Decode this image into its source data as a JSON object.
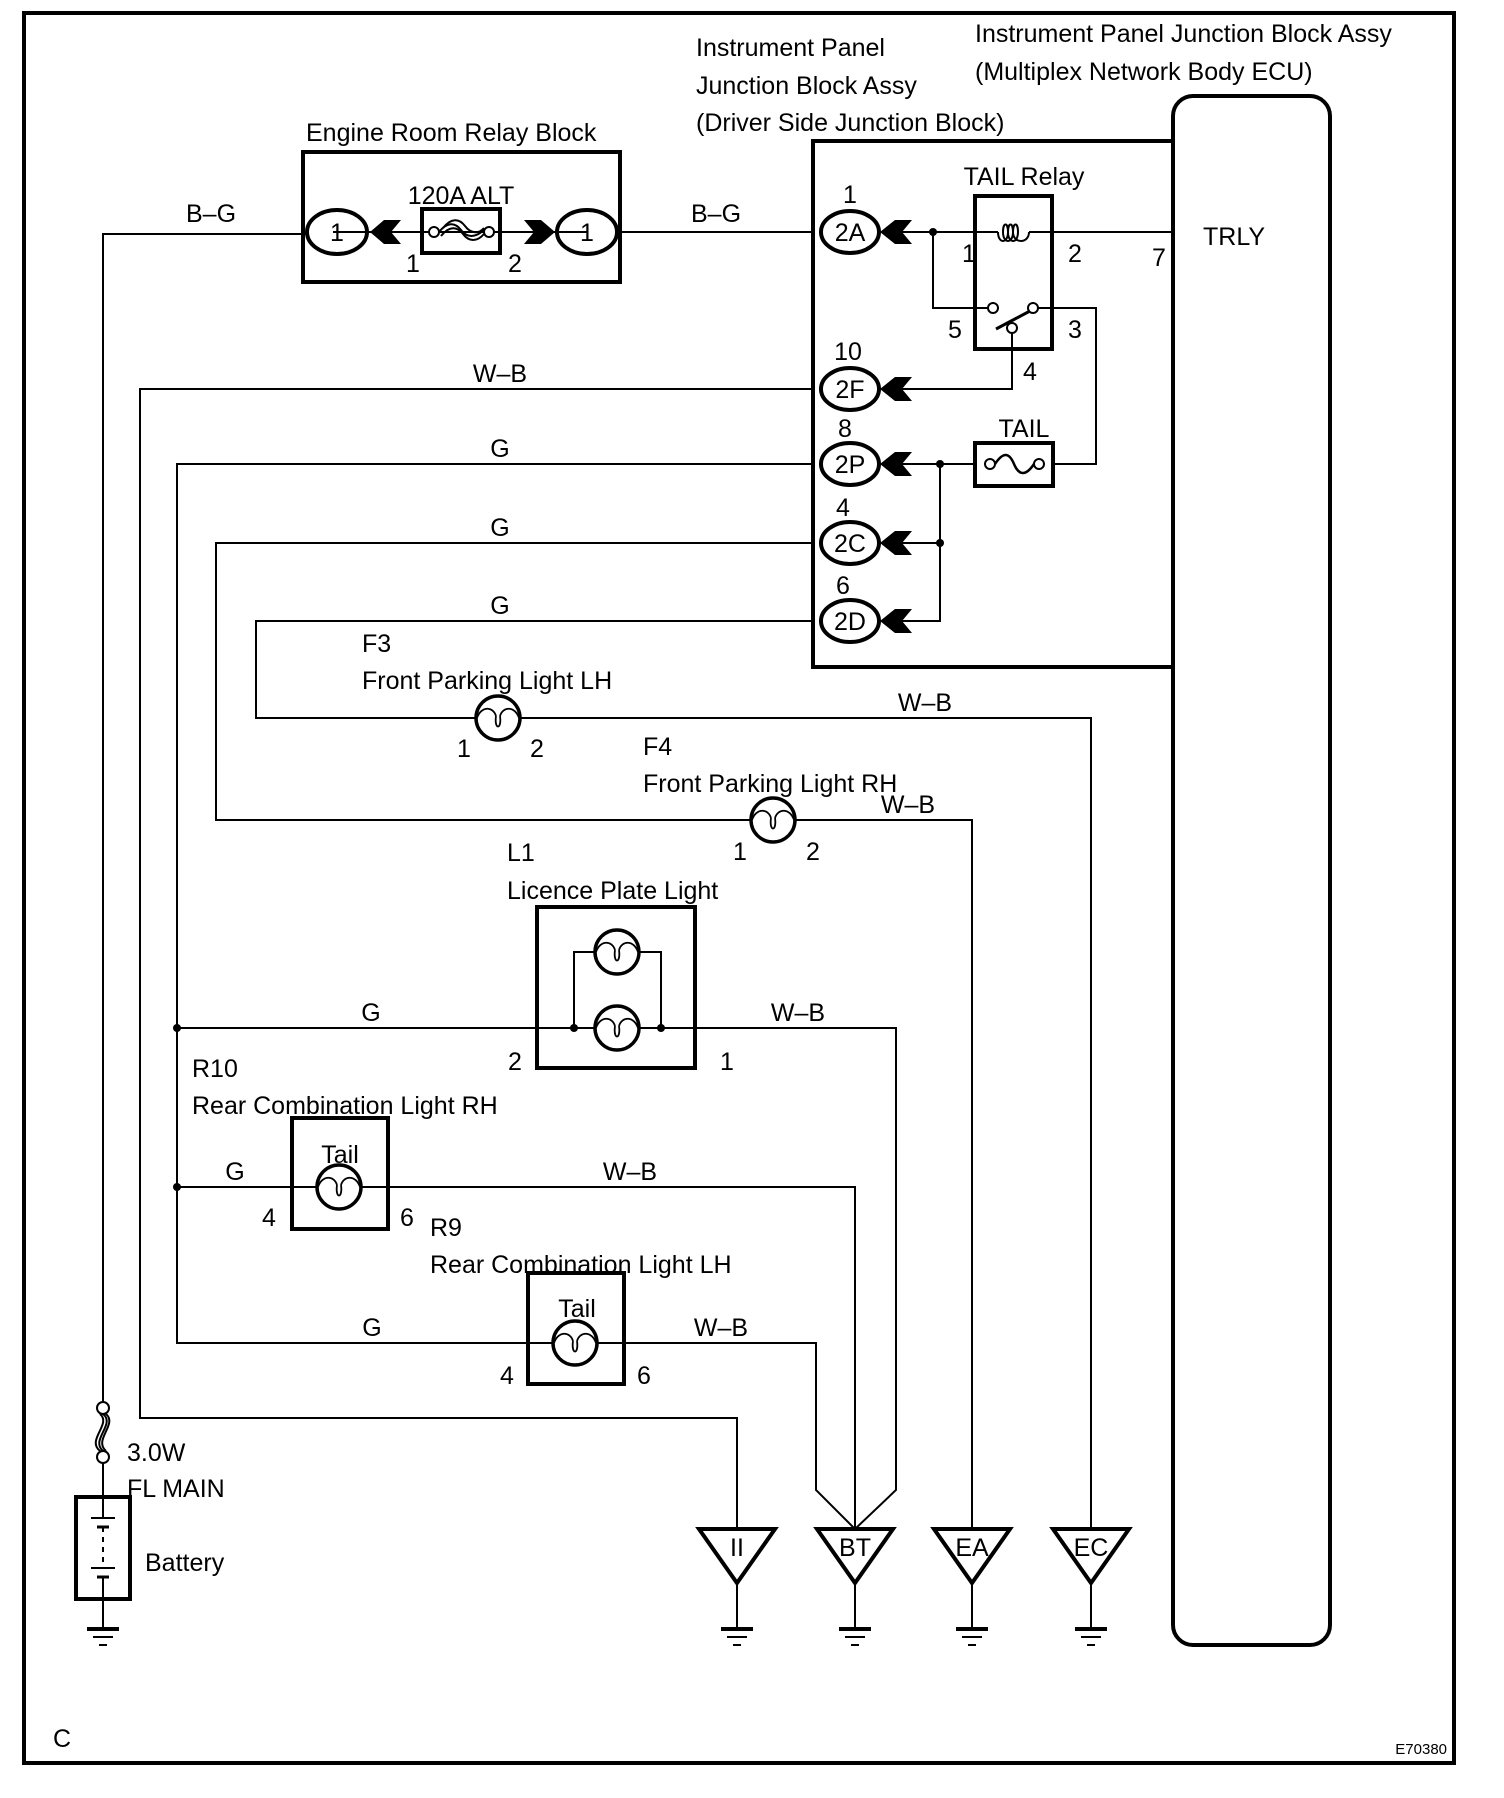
{
  "figure_code": "E70380",
  "corner_label": "C",
  "components": {
    "engine_room_relay_block": {
      "title": "Engine Room Relay Block",
      "fuse": "120A ALT",
      "left_connector": "1",
      "right_connector": "1",
      "pin_left": "1",
      "pin_right": "2"
    },
    "driver_side_jb": {
      "title_lines": [
        "Instrument Panel",
        "Junction Block Assy",
        "(Driver Side Junction Block)"
      ]
    },
    "body_ecu": {
      "title_lines": [
        "Instrument Panel Junction Block Assy",
        "(Multiplex Network Body ECU)"
      ],
      "terminal": "TRLY",
      "terminal_pin": "7"
    },
    "tail_relay": {
      "title": "TAIL Relay",
      "pins": {
        "p1": "1",
        "p2": "2",
        "p3": "3",
        "p4": "4",
        "p5": "5"
      }
    },
    "tail_fuse": {
      "title": "TAIL"
    },
    "connectors": [
      {
        "id": "2A",
        "pin": "1"
      },
      {
        "id": "2F",
        "pin": "10"
      },
      {
        "id": "2P",
        "pin": "8"
      },
      {
        "id": "2C",
        "pin": "4"
      },
      {
        "id": "2D",
        "pin": "6"
      }
    ],
    "front_parking_lh": {
      "code": "F3",
      "title": "Front Parking Light LH",
      "pin_a": "1",
      "pin_b": "2"
    },
    "front_parking_rh": {
      "code": "F4",
      "title": "Front Parking Light RH",
      "pin_a": "1",
      "pin_b": "2"
    },
    "licence_plate": {
      "code": "L1",
      "title": "Licence Plate Light",
      "pin_a": "2",
      "pin_b": "1"
    },
    "rear_comb_rh": {
      "code": "R10",
      "title": "Rear Combination Light RH",
      "inner": "Tail",
      "pin_a": "4",
      "pin_b": "6"
    },
    "rear_comb_lh": {
      "code": "R9",
      "title": "Rear Combination Light LH",
      "inner": "Tail",
      "pin_a": "4",
      "pin_b": "6"
    },
    "fusible_link": {
      "rating": "3.0W",
      "name": "FL MAIN"
    },
    "battery": {
      "title": "Battery"
    },
    "grounds": [
      "II",
      "BT",
      "EA",
      "EC"
    ]
  },
  "wire_colors": {
    "bg_left": "B–G",
    "bg_right": "B–G",
    "wb_2f": "W–B",
    "g_2p": "G",
    "g_2c": "G",
    "g_2d": "G",
    "wb_f3": "W–B",
    "wb_f4": "W–B",
    "g_licence": "G",
    "wb_licence": "W–B",
    "g_r10": "G",
    "wb_r10": "W–B",
    "g_r9": "G",
    "wb_r9": "W–B"
  }
}
